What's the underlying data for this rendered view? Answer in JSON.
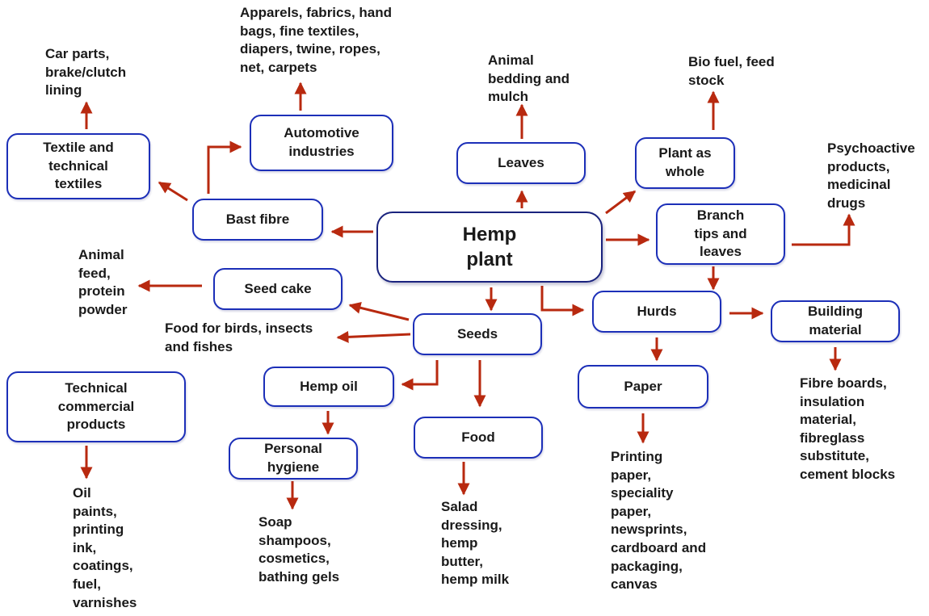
{
  "colors": {
    "arrow": "#b8290f",
    "box_border": "#1c2fb8",
    "center_border": "#1a237e",
    "text": "#1a1a1a"
  },
  "nodes": {
    "hemp_plant": "Hemp\nplant",
    "bast_fibre": "Bast fibre",
    "automotive_industries": "Automotive\nindustries",
    "textile_technical_textiles": "Textile and\ntechnical\ntextiles",
    "leaves": "Leaves",
    "plant_as_whole": "Plant as\nwhole",
    "branch_tips_leaves": "Branch\ntips and\nleaves",
    "seed_cake": "Seed cake",
    "seeds": "Seeds",
    "hurds": "Hurds",
    "building_material": "Building\nmaterial",
    "hemp_oil": "Hemp oil",
    "food": "Food",
    "paper": "Paper",
    "personal_hygiene": "Personal\nhygiene",
    "technical_commercial_products": "Technical\ncommercial\nproducts"
  },
  "products": {
    "apparels": "Apparels, fabrics, hand\nbags, fine textiles,\ndiapers, twine, ropes,\nnet, carpets",
    "car_parts": "Car parts,\nbrake/clutch\nlining",
    "animal_bedding": "Animal\nbedding and\nmulch",
    "bio_fuel": "Bio fuel, feed\nstock",
    "psychoactive": "Psychoactive\nproducts,\nmedicinal\ndrugs",
    "animal_feed": "Animal\nfeed,\nprotein\npowder",
    "food_birds": "Food for birds, insects\nand fishes",
    "fibre_boards": "Fibre boards,\ninsulation\nmaterial,\nfibreglass\nsubstitute,\ncement blocks",
    "printing_paper": "Printing\npaper,\nspeciality\npaper,\nnewsprints,\ncardboard and\npackaging,\ncanvas",
    "salad": "Salad\ndressing,\nhemp\nbutter,\nhemp milk",
    "soap": "Soap\nshampoos,\ncosmetics,\nbathing gels",
    "oil_paints": "Oil\npaints,\nprinting\nink,\ncoatings,\nfuel,\nvarnishes"
  }
}
